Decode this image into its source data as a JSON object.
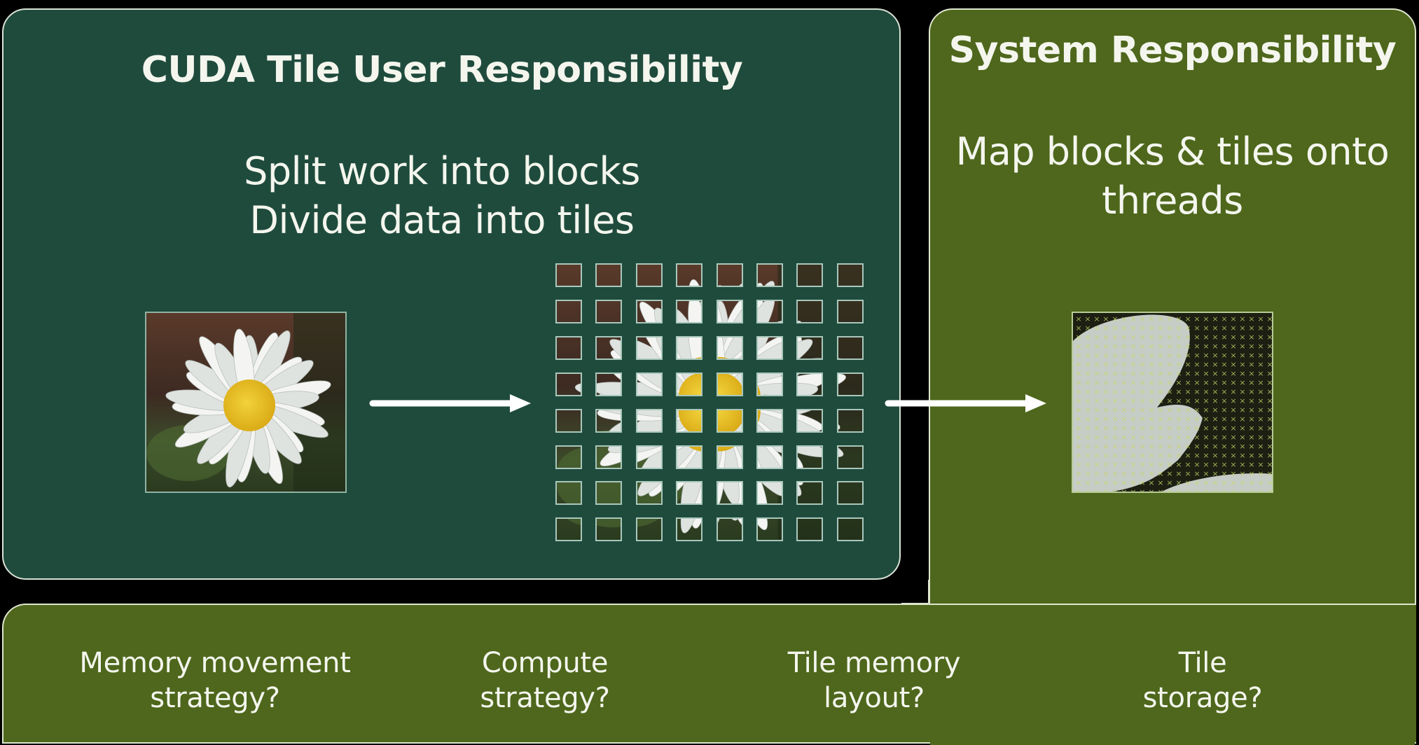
{
  "user_panel": {
    "title": "CUDA Tile User Responsibility",
    "description_lines": [
      "Split work into blocks",
      "Divide data into tiles"
    ],
    "original_image": {
      "subject": "daisy-flower",
      "description": "White daisy with yellow center on dark background"
    },
    "tile_grid": {
      "rows": 8,
      "cols": 8,
      "subject": "daisy image divided into tiles"
    }
  },
  "system_panel": {
    "title": "System Responsibility",
    "description_lines": [
      "Map blocks & tiles onto",
      "threads"
    ],
    "zoomed_image": {
      "subject": "zoomed-petal-with-thread-markers",
      "marker_glyph": "×"
    }
  },
  "questions": [
    {
      "lines": [
        "Memory movement",
        "strategy?"
      ]
    },
    {
      "lines": [
        "Compute",
        "strategy?"
      ]
    },
    {
      "lines": [
        "Tile memory",
        "layout?"
      ]
    },
    {
      "lines": [
        "Tile",
        "storage?"
      ]
    }
  ],
  "arrows": [
    {
      "name": "image-to-tiles",
      "icon": "arrow-right-icon"
    },
    {
      "name": "tiles-to-threads",
      "icon": "arrow-right-icon"
    }
  ],
  "colors": {
    "user_panel_bg": "#1f4b3d",
    "system_panel_bg": "#4e671c",
    "background": "#000000",
    "text": "#f4f6ee",
    "panel_border": "#dfe6cf",
    "daisy_center": "#e8c21a",
    "daisy_petal": "#e9ecea"
  }
}
